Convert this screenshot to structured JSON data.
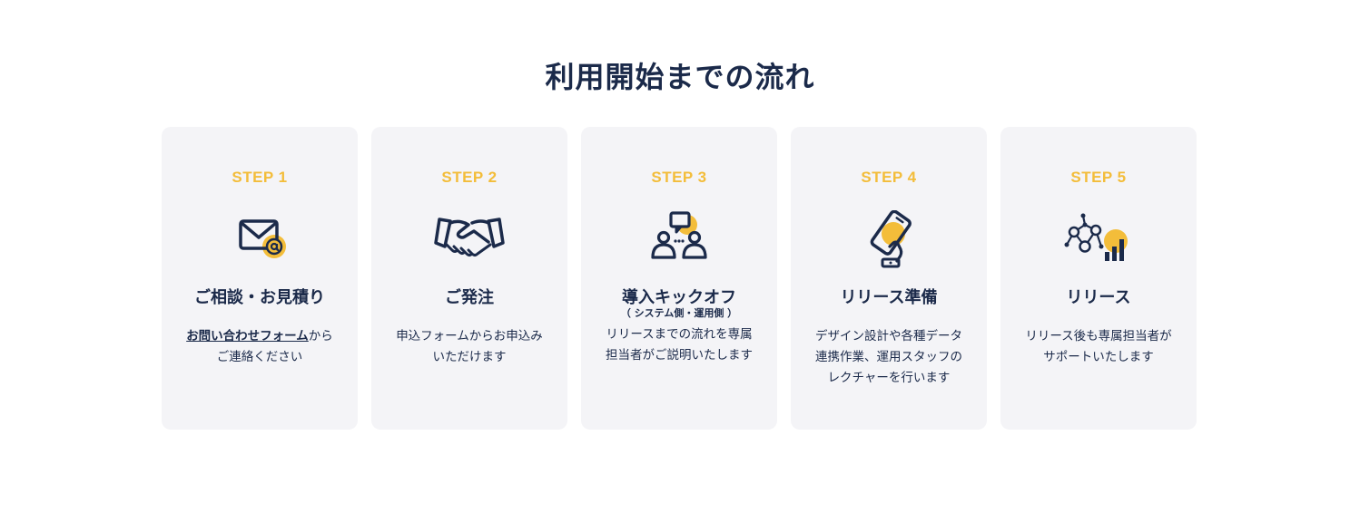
{
  "title": "利用開始までの流れ",
  "colors": {
    "accent": "#f3bd3a",
    "navy": "#1b2a4a",
    "card_bg": "#f4f4f7"
  },
  "steps": [
    {
      "label": "STEP 1",
      "icon": "mail-at-icon",
      "title": "ご相談・お見積り",
      "desc_link": "お問い合わせフォーム",
      "desc_after_link": "から",
      "desc_line2": "ご連絡ください"
    },
    {
      "label": "STEP 2",
      "icon": "handshake-icon",
      "title": "ご発注",
      "desc_line1": "申込フォームからお申込み",
      "desc_line2": "いただけます"
    },
    {
      "label": "STEP 3",
      "icon": "meeting-chat-icon",
      "title": "導入キックオフ",
      "subtitle": "（ システム側・運用側 ）",
      "desc_line1": "リリースまでの流れを専属",
      "desc_line2": "担当者がご説明いたします"
    },
    {
      "label": "STEP 4",
      "icon": "smartphone-hand-icon",
      "title": "リリース準備",
      "desc_line1": "デザイン設計や各種データ",
      "desc_line2": "連携作業、運用スタッフの",
      "desc_line3": "レクチャーを行います"
    },
    {
      "label": "STEP 5",
      "icon": "network-chart-icon",
      "title": "リリース",
      "desc_line1": "リリース後も専属担当者が",
      "desc_line2": "サポートいたします"
    }
  ]
}
